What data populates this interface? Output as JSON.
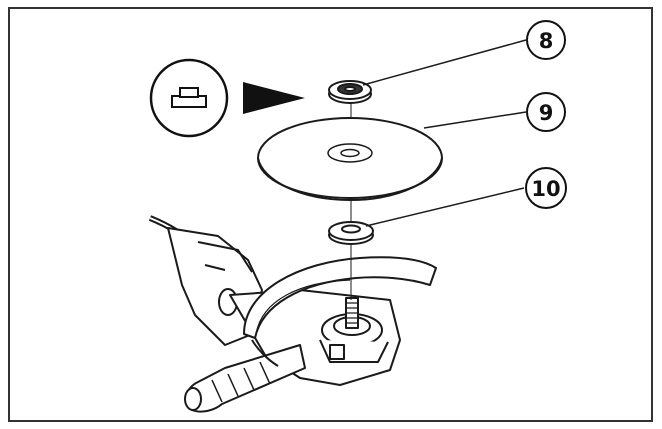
{
  "callouts": [
    {
      "id": "8",
      "label": "8"
    },
    {
      "id": "9",
      "label": "9"
    },
    {
      "id": "10",
      "label": "10"
    }
  ],
  "icons": {
    "flange_side_symbol": "flange-orientation-icon",
    "direction_arrow": "arrow-right-icon"
  },
  "colors": {
    "line": "#1a1a1a",
    "fill": "#ffffff",
    "border": "#333333"
  }
}
